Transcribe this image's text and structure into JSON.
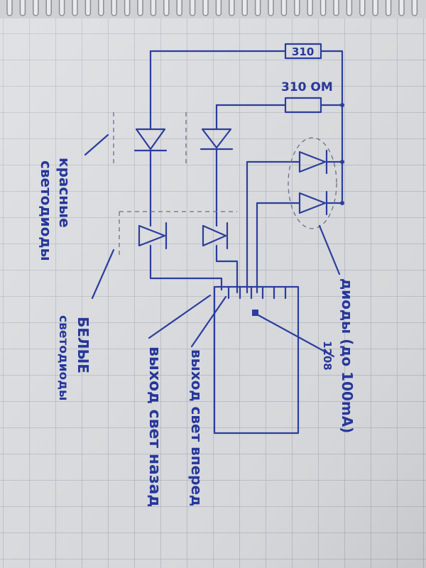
{
  "labels": {
    "resistor_top": "310",
    "resistor_mid": "310 ОМ",
    "red_leds": [
      "красные",
      "светодиоды"
    ],
    "white_leds": [
      "БЕЛЫЕ",
      "светодиоды"
    ],
    "diodes": "диоды (до 100mA)",
    "diodes_note": "1208",
    "output_front": "выход свет вперед",
    "output_rear": "выход свет назад"
  },
  "colors": {
    "ink": "#2c3d9e",
    "paper": "#d7d9dc",
    "grid": "#9ea2b0"
  }
}
